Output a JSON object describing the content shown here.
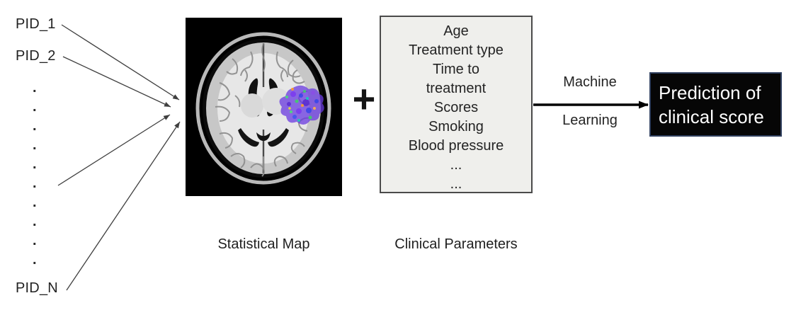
{
  "participants": {
    "first": "PID_1",
    "second": "PID_2",
    "ellipsis_dots": ".\n.\n.\n.\n.\n.\n.\n.\n.\n.",
    "last": "PID_N"
  },
  "statistical_map": {
    "caption": "Statistical Map"
  },
  "plus_operator": "+",
  "clinical_box": {
    "caption": "Clinical Parameters",
    "lines": [
      "Age",
      "Treatment type",
      "Time to",
      "treatment",
      "Scores",
      "Smoking",
      "Blood pressure",
      "...",
      "..."
    ]
  },
  "ml_step": {
    "label_top": "Machine",
    "label_bottom": "Learning"
  },
  "prediction_box": {
    "text": "Prediction of clinical score"
  },
  "colors": {
    "background": "#ffffff",
    "text": "#1f1f1f",
    "thin_arrow": "#3f3f3f",
    "thick_arrow": "#000000",
    "clinical_box_fill": "#efefec",
    "clinical_box_border": "#4a4a4a",
    "prediction_box_fill": "#060606",
    "prediction_box_border": "#30405f",
    "prediction_text": "#ffffff",
    "overlay_purple": "#6a3ae0",
    "overlay_blue": "#3b46e8",
    "overlay_green": "#3fd06a",
    "overlay_orange": "#ff9e2a",
    "overlay_cyan": "#19cdb8"
  }
}
